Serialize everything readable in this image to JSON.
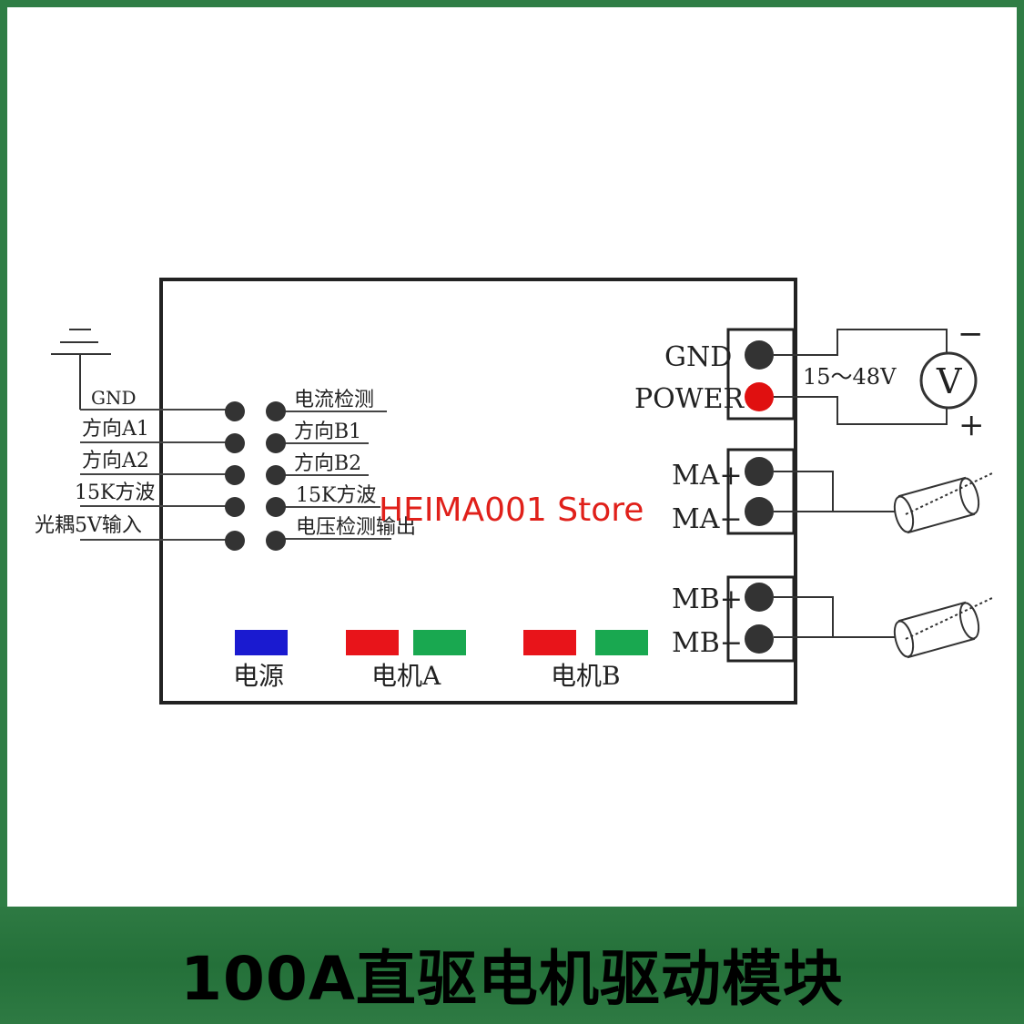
{
  "left_pins": [
    "GND",
    "方向A1",
    "方向A2",
    "15K方波",
    "光耦5V输入"
  ],
  "right_pins": [
    "电流检测",
    "方向B1",
    "方向B2",
    "15K方波",
    "电压检测输出"
  ],
  "power_terminal": {
    "gnd": "GND",
    "power": "POWER",
    "voltage": "15～48V",
    "meter": "V",
    "minus": "−",
    "plus": "+"
  },
  "motor_a": {
    "plus": "MA+",
    "minus": "MA−"
  },
  "motor_b": {
    "plus": "MB+",
    "minus": "MB−"
  },
  "leds": [
    {
      "label": "电源",
      "colors": [
        "#1a1ad0"
      ]
    },
    {
      "label": "电机A",
      "colors": [
        "#e8141a",
        "#19a850"
      ]
    },
    {
      "label": "电机B",
      "colors": [
        "#e8141a",
        "#19a850"
      ]
    }
  ],
  "watermark": "HEIMA001 Store",
  "banner_title": "100A直驱电机驱动模块",
  "colors": {
    "banner": "#2e7a43",
    "power_pin": "#e01010",
    "pin": "#333333"
  }
}
